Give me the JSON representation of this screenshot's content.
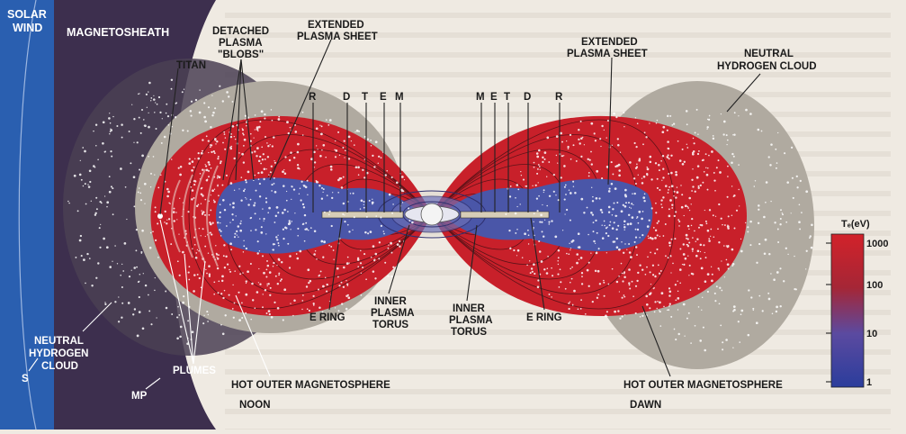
{
  "labels": {
    "solar_wind": [
      "SOLAR",
      "WIND"
    ],
    "magnetosheath": "MAGNETOSHEATH",
    "neutral_hydrogen_cloud_left": [
      "NEUTRAL",
      "HYDROGEN",
      "CLOUD"
    ],
    "s": "S",
    "mp": "MP",
    "titan": "TITAN",
    "detached_plasma_blobs": [
      "DETACHED",
      "PLASMA",
      "\"BLOBS\""
    ],
    "extended_plasma_sheet_left": [
      "EXTENDED",
      "PLASMA SHEET"
    ],
    "plumes": "PLUMES",
    "hot_outer_magnetosphere_left": "HOT OUTER MAGNETOSPHERE",
    "noon": "NOON",
    "e_ring_left": "E RING",
    "inner_plasma_torus_left": [
      "INNER",
      "PLASMA",
      "TORUS"
    ],
    "extended_plasma_sheet_right": [
      "EXTENDED",
      "PLASMA SHEET"
    ],
    "neutral_hydrogen_cloud_right": [
      "NEUTRAL",
      "HYDROGEN CLOUD"
    ],
    "inner_plasma_torus_right": [
      "INNER",
      "PLASMA",
      "TORUS"
    ],
    "e_ring_right": "E RING",
    "hot_outer_magnetosphere_right": "HOT OUTER MAGNETOSPHERE",
    "dawn": "DAWN",
    "moons_left": [
      "R",
      "D",
      "T",
      "E",
      "M"
    ],
    "moons_right": [
      "M",
      "E",
      "T",
      "D",
      "R"
    ]
  },
  "temperature_scale": {
    "title": "Tₑ(eV)",
    "ticks": [
      "1000",
      "100",
      "10",
      "1"
    ],
    "color_hot": "#c8202a",
    "color_cold": "#2f3f9a"
  },
  "colors": {
    "solar_wind": "#2a5fb0",
    "magnetosheath": "#3d2f4e",
    "hot_plasma": "#c8202a",
    "cool_plasma": "#4a56a8",
    "neutral_cloud": "#a9a49c",
    "page": "#efeae2"
  }
}
